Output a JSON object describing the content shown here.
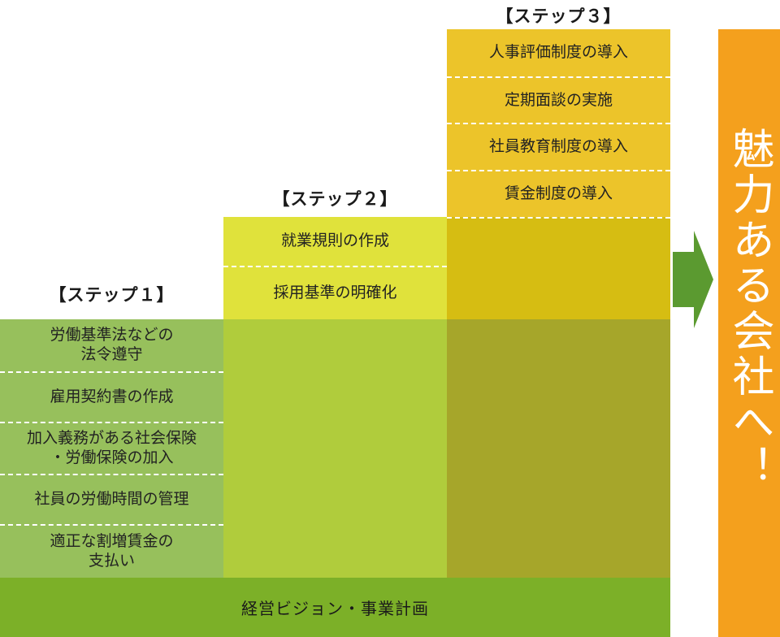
{
  "colors": {
    "step1_bg": "#97c05c",
    "step2_cells_bg": "#e0e23b",
    "step3_cells_bg": "#ecc42a",
    "col2_fill": "#b0cc3c",
    "col3_upper_fill": "#d6bd12",
    "col3_lower_fill": "#a6a62a",
    "foundation_bg": "#7cb028",
    "arrow": "#5b9a30",
    "goal_bg": "#f4a01d"
  },
  "step1": {
    "title": "【ステップ１】",
    "items": [
      "労働基準法などの\n法令遵守",
      "雇用契約書の作成",
      "加入義務がある社会保険\n・労働保険の加入",
      "社員の労働時間の管理",
      "適正な割増賃金の\n支払い"
    ]
  },
  "step2": {
    "title": "【ステップ２】",
    "items": [
      "就業規則の作成",
      "採用基準の明確化"
    ]
  },
  "step3": {
    "title": "【ステップ３】",
    "items": [
      "人事評価制度の導入",
      "定期面談の実施",
      "社員教育制度の導入",
      "賃金制度の導入"
    ]
  },
  "foundation": {
    "label": "経営ビジョン・事業計画"
  },
  "goal": {
    "text": "魅力ある会社へ！"
  },
  "arrow_icon": "right-arrow-icon"
}
